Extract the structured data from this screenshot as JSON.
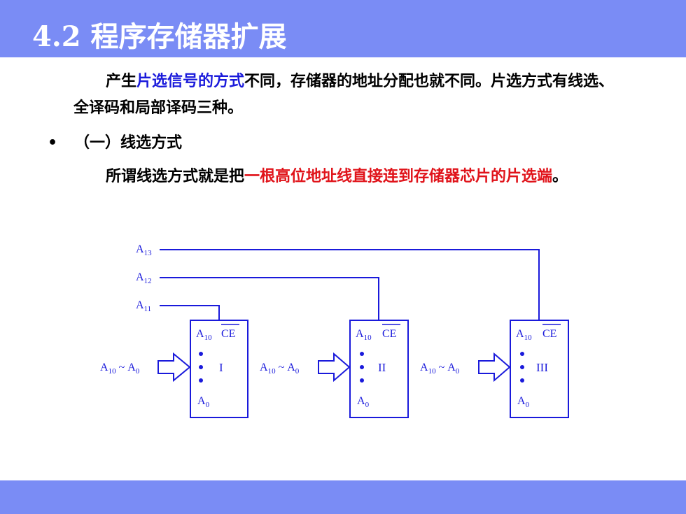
{
  "slide": {
    "title": "4.2  程序存储器扩展"
  },
  "paragraph1": {
    "part1": "产生",
    "highlight": "片选信号的方式",
    "part2": "不同，存储器的地址分配也就不同。片选方式有线选、全译码和局部译码三种。"
  },
  "bullet": {
    "marker": "•",
    "text": "（一）线选方式"
  },
  "paragraph2": {
    "part1": "所谓线选方式就是把",
    "highlight": "一根高位地址线直接连到存储器芯片的片选端",
    "part2": "。"
  },
  "diagram": {
    "line_color": "#1a1adb",
    "address_lines": [
      {
        "letter": "A",
        "sub": "13"
      },
      {
        "letter": "A",
        "sub": "12"
      },
      {
        "letter": "A",
        "sub": "11"
      }
    ],
    "chips": [
      {
        "pin_top": "A",
        "pin_top_sub": "10",
        "cs": "CE",
        "label": "I",
        "pin_bottom": "A",
        "pin_bottom_sub": "0",
        "bus_a": "A",
        "bus_a_sub": "10",
        "bus_tilde": "~",
        "bus_b": "A",
        "bus_b_sub": "0"
      },
      {
        "pin_top": "A",
        "pin_top_sub": "10",
        "cs": "CE",
        "label": "II",
        "pin_bottom": "A",
        "pin_bottom_sub": "0",
        "bus_a": "A",
        "bus_a_sub": "10",
        "bus_tilde": "~",
        "bus_b": "A",
        "bus_b_sub": "0"
      },
      {
        "pin_top": "A",
        "pin_top_sub": "10",
        "cs": "CE",
        "label": "III",
        "pin_bottom": "A",
        "pin_bottom_sub": "0",
        "bus_a": "A",
        "bus_a_sub": "10",
        "bus_tilde": "~",
        "bus_b": "A",
        "bus_b_sub": "0"
      }
    ]
  }
}
